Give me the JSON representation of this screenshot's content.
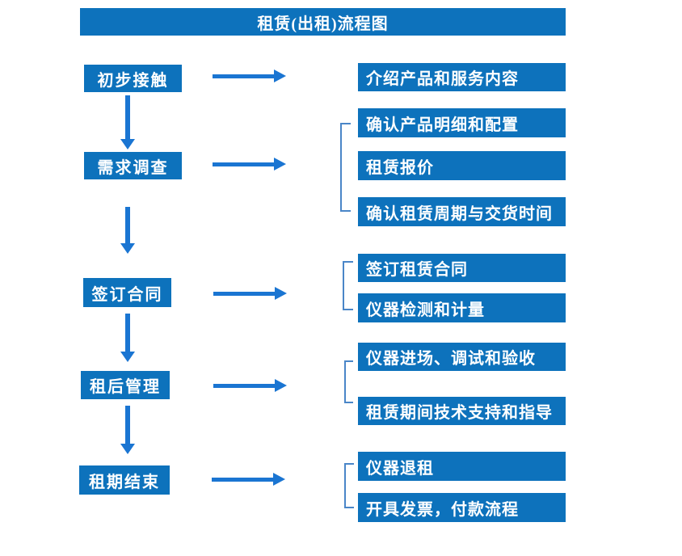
{
  "title": "租赁(出租)流程图",
  "colors": {
    "box_blue": "#0d72bc",
    "arrow_blue": "#1a75d2",
    "bracket_blue": "#4a86c8",
    "text": "#ffffff",
    "background": "#ffffff"
  },
  "steps": [
    {
      "label": "初步接触",
      "outputs": [
        "介绍产品和服务内容"
      ]
    },
    {
      "label": "需求调查",
      "outputs": [
        "确认产品明细和配置",
        "租赁报价",
        "确认租赁周期与交货时间"
      ]
    },
    {
      "label": "签订合同",
      "outputs": [
        "签订租赁合同",
        "仪器检测和计量"
      ]
    },
    {
      "label": "租后管理",
      "outputs": [
        "仪器进场、调试和验收",
        "租赁期间技术支持和指导"
      ]
    },
    {
      "label": "租期结束",
      "outputs": [
        "仪器退租",
        "开具发票，付款流程"
      ]
    }
  ]
}
